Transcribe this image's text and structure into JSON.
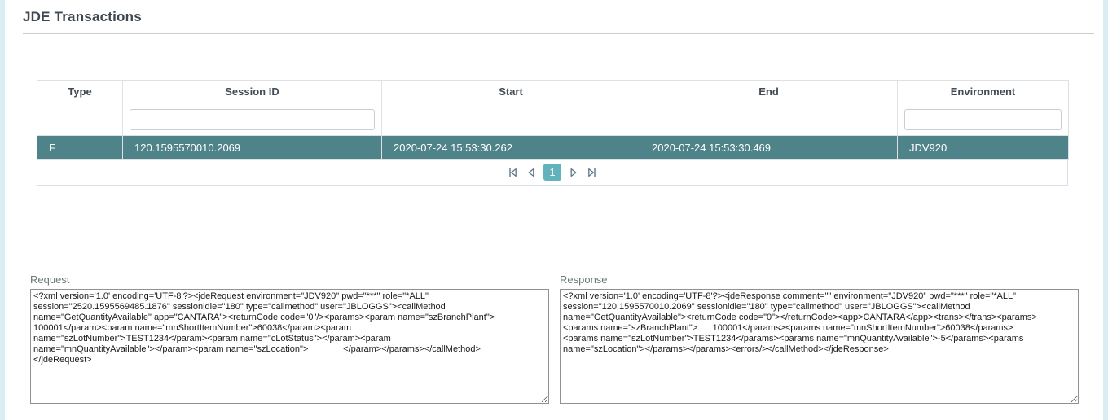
{
  "page": {
    "title": "JDE Transactions"
  },
  "colors": {
    "accent": "#61b2bc",
    "selected_row": "#4e8489",
    "edge_strip": "#d9edf2"
  },
  "table": {
    "columns": [
      "Type",
      "Session ID",
      "Start",
      "End",
      "Environment"
    ],
    "filters": {
      "session_id_value": "",
      "environment_value": ""
    },
    "rows": [
      {
        "type": "F",
        "session_id": "120.1595570010.2069",
        "start": "2020-07-24 15:53:30.262",
        "end": "2020-07-24 15:53:30.469",
        "environment": "JDV920"
      }
    ],
    "pagination": {
      "current_page": "1"
    }
  },
  "request": {
    "label": "Request",
    "value": "<?xml version='1.0' encoding='UTF-8'?><jdeRequest environment=\"JDV920\" pwd=\"***\" role=\"*ALL\"\nsession=\"2520.1595569485.1876\" sessionidle=\"180\" type=\"callmethod\" user=\"JBLOGGS\"><callMethod\nname=\"GetQuantityAvailable\" app=\"CANTARA\"><returnCode code=\"0\"/><params><param name=\"szBranchPlant\">\n100001</param><param name=\"mnShortItemNumber\">60038</param><param\nname=\"szLotNumber\">TEST1234</param><param name=\"cLotStatus\"></param><param\nname=\"mnQuantityAvailable\"></param><param name=\"szLocation\">              </param></params></callMethod>\n</jdeRequest>"
  },
  "response": {
    "label": "Response",
    "value": "<?xml version='1.0' encoding='UTF-8'?><jdeResponse comment=\"\" environment=\"JDV920\" pwd=\"***\" role=\"*ALL\"\nsession=\"120.1595570010.2069\" sessionidle=\"180\" type=\"callmethod\" user=\"JBLOGGS\"><callMethod\nname=\"GetQuantityAvailable\"><returnCode code=\"0\"></returnCode><app>CANTARA</app><trans></trans><params>\n<params name=\"szBranchPlant\">      100001</params><params name=\"mnShortItemNumber\">60038</params>\n<params name=\"szLotNumber\">TEST1234</params><params name=\"mnQuantityAvailable\">-5</params><params\nname=\"szLocation\"></params></params><errors/></callMethod></jdeResponse>"
  }
}
